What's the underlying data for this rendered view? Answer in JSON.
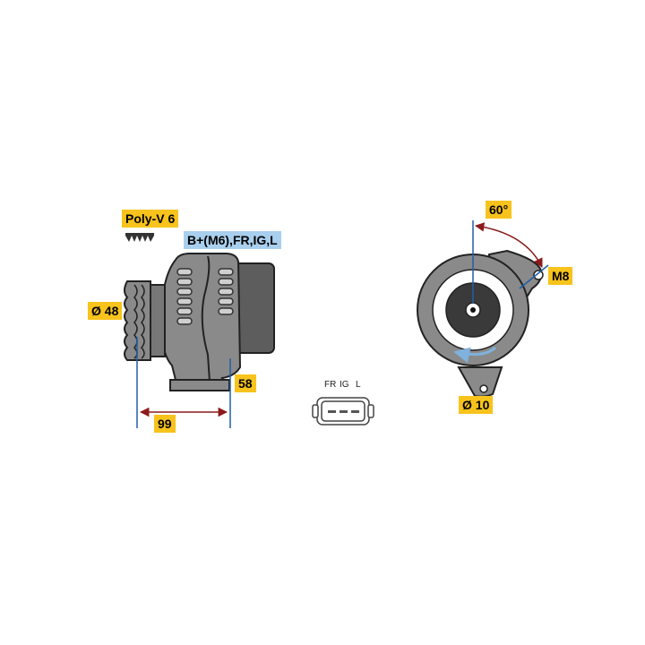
{
  "labels": {
    "poly_v": "Poly-V 6",
    "terminals": "B+(M6),FR,IG,L",
    "pulley_diameter": "Ø 48",
    "length": "99",
    "depth": "58",
    "angle": "60°",
    "mount_thread": "M8",
    "hole_diameter": "Ø 10"
  },
  "connector": {
    "pins": [
      "FR",
      "IG",
      "L"
    ]
  },
  "colors": {
    "label_yellow": "#f7c31c",
    "label_blue": "#a9cfee",
    "dimension_red": "#8b1a1a",
    "axis_blue": "#1e5fa8",
    "body_gray": "#8a8a8a",
    "rotation_arrow": "#7fb2dc"
  }
}
